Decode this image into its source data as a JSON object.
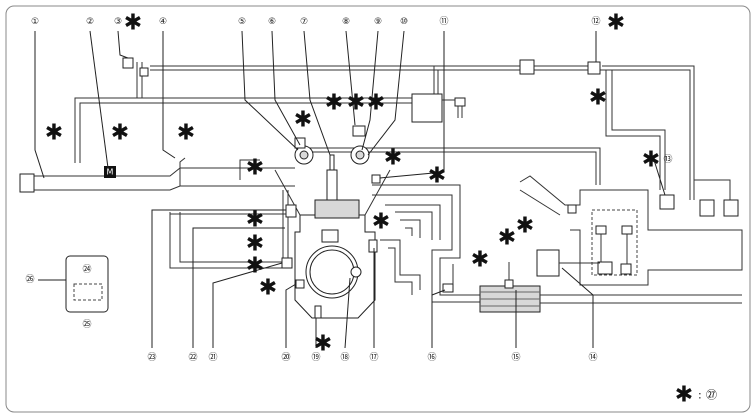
{
  "callouts": {
    "c1": "①",
    "c2": "②",
    "c3": "③",
    "c4": "④",
    "c5": "⑤",
    "c6": "⑥",
    "c7": "⑦",
    "c8": "⑧",
    "c9": "⑨",
    "c10": "⑩",
    "c11": "⑪",
    "c12": "⑫",
    "c13": "⑬",
    "c14": "⑭",
    "c15": "⑮",
    "c16": "⑯",
    "c17": "⑰",
    "c18": "⑱",
    "c19": "⑲",
    "c20": "⑳",
    "c21": "㉑",
    "c22": "㉒",
    "c23": "㉓",
    "c24": "㉔",
    "c25": "㉕",
    "c26": "㉖"
  },
  "star_symbol": "✱",
  "legend": {
    "star": "✱",
    "separator": ":",
    "ref": "㉗"
  },
  "maf_label": "M",
  "colors": {
    "line": "#333333",
    "background": "#ffffff",
    "border": "#888888"
  }
}
